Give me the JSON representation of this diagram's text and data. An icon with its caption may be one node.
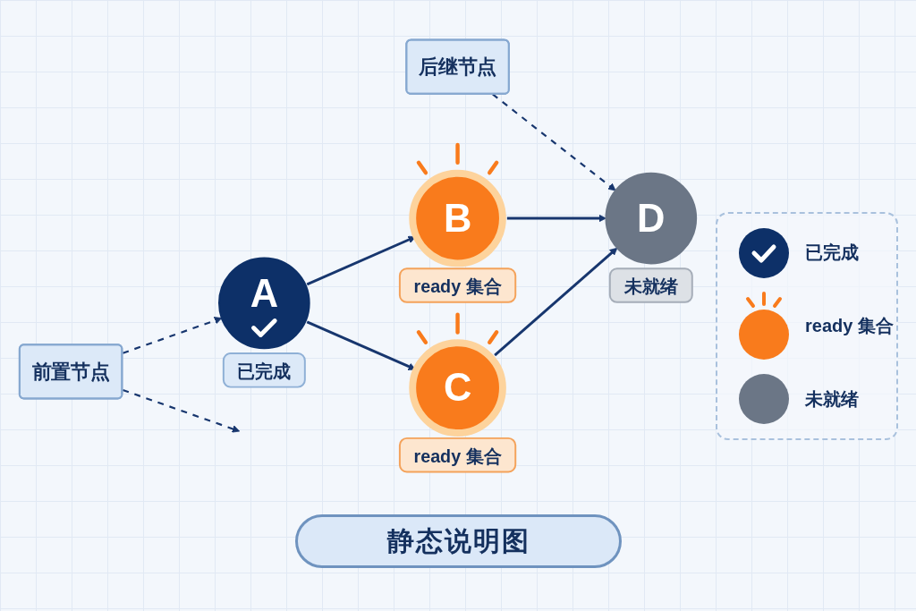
{
  "diagram": {
    "title": "静态说明图",
    "nodes": [
      {
        "text": [
          "前置节点"
        ]
      },
      {
        "text": [
          "后继节点"
        ]
      },
      {
        "text": [
          "A"
        ],
        "beside": [
          "已完成"
        ]
      },
      {
        "text": [
          "B"
        ],
        "beside": [
          "ready 集合"
        ]
      },
      {
        "text": [
          "C"
        ],
        "beside": [
          "ready 集合"
        ]
      },
      {
        "text": [
          "D"
        ],
        "beside": [
          "未就绪"
        ]
      }
    ],
    "edges": [
      {
        "from": 0,
        "to": 2,
        "arrow": "to",
        "style": "dashed"
      },
      {
        "from": 0,
        "to": null,
        "arrow": "to",
        "style": "dashed"
      },
      {
        "from": 1,
        "to": 5,
        "arrow": "to",
        "style": "dashed"
      },
      {
        "from": 2,
        "to": 3,
        "arrow": "to"
      },
      {
        "from": 2,
        "to": 4,
        "arrow": "to"
      },
      {
        "from": 3,
        "to": 5,
        "arrow": "to"
      },
      {
        "from": 4,
        "to": 5,
        "arrow": "to"
      }
    ],
    "legend": [
      {
        "text": "已完成",
        "color": "#0d3068"
      },
      {
        "text": "ready 集合",
        "color": "#f97b1c"
      },
      {
        "text": "未就绪",
        "color": "#6b7686"
      }
    ]
  }
}
